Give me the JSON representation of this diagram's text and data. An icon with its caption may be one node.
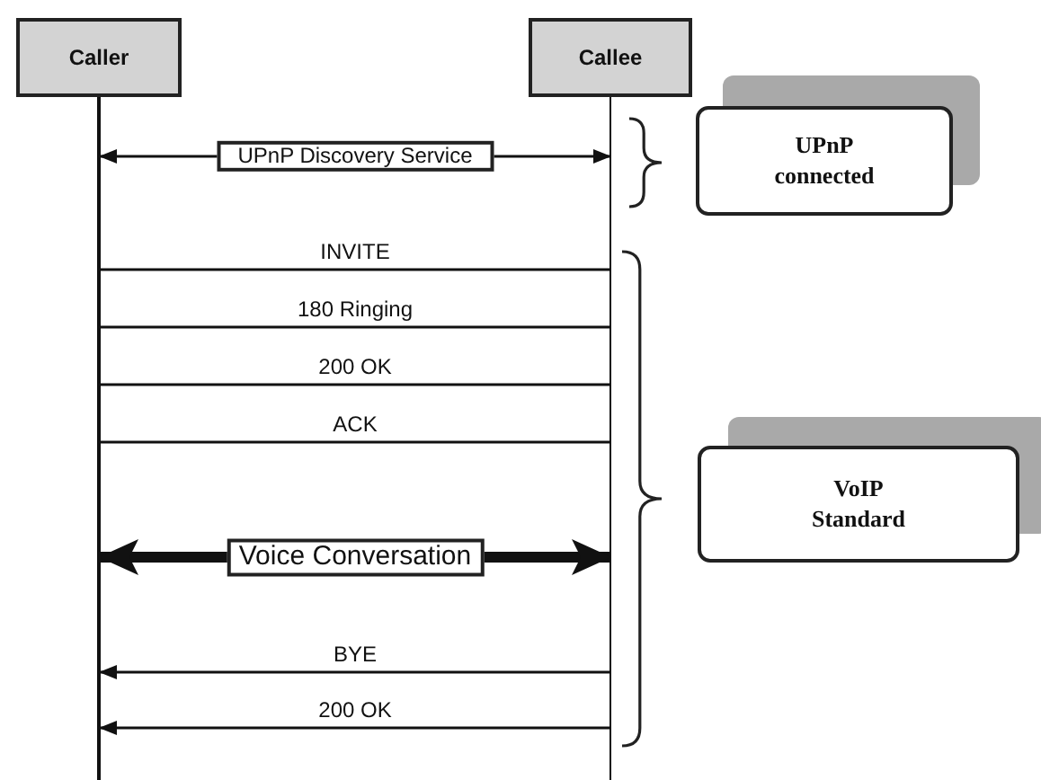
{
  "diagram": {
    "nodes": [
      {
        "text": [
          "Caller"
        ]
      },
      {
        "text": [
          "Callee"
        ]
      },
      {
        "text": [
          "UPnP connected"
        ]
      },
      {
        "text": [
          "VoIP Standard"
        ]
      }
    ],
    "edges": [
      {
        "from": 0,
        "to": 1,
        "arrow": "both",
        "label": "UPnP Discovery Service"
      },
      {
        "from": 1,
        "to": 0,
        "arrow": "none",
        "label": "INVITE"
      },
      {
        "from": 1,
        "to": 0,
        "arrow": "none",
        "label": "180 Ringing"
      },
      {
        "from": 1,
        "to": 0,
        "arrow": "none",
        "label": "200 OK"
      },
      {
        "from": 1,
        "to": 0,
        "arrow": "none",
        "label": "ACK"
      },
      {
        "from": 0,
        "to": 1,
        "arrow": "both",
        "label": "Voice Conversation",
        "style": "thick"
      },
      {
        "from": 1,
        "to": 0,
        "arrow": "to",
        "label": "BYE"
      },
      {
        "from": 1,
        "to": 0,
        "arrow": "to",
        "label": "200 OK"
      }
    ]
  }
}
